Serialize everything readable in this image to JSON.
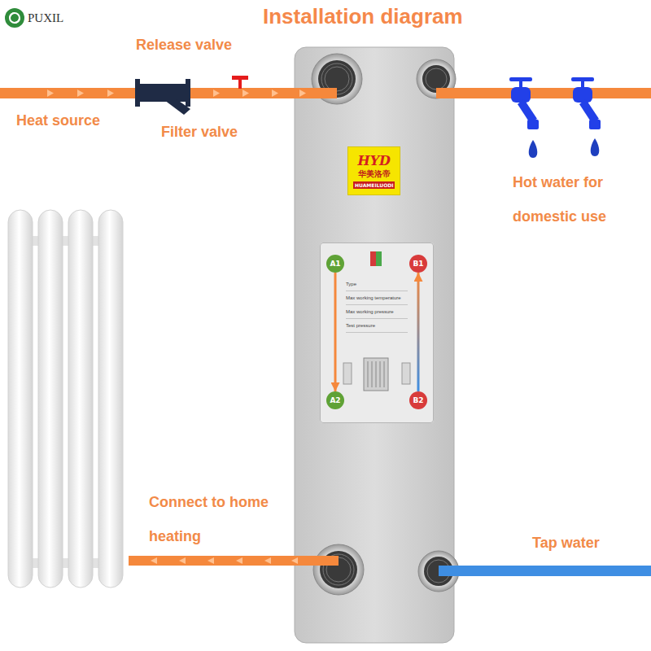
{
  "diagram": {
    "title": "Installation diagram",
    "nodes": [
      {
        "text": [
          "HYD",
          "华美洛帝",
          "HUAMEILUODI"
        ]
      },
      {
        "text": [
          "Type",
          "Max working temperature",
          "Max working pressure",
          "Test pressure"
        ]
      },
      {
        "text": [
          "A1"
        ],
        "in": 1
      },
      {
        "text": [
          "B1"
        ],
        "in": 1
      },
      {
        "text": [
          "A2"
        ],
        "in": 1
      },
      {
        "text": [
          "B2"
        ],
        "in": 1
      }
    ],
    "edges": [
      {
        "from": 2,
        "to": 4,
        "arrow": "to"
      },
      {
        "from": 5,
        "to": 3,
        "arrow": "to"
      }
    ],
    "labels": [
      "PUXIL",
      "Release valve",
      "Heat source",
      "Filter valve",
      "Hot water for domestic use",
      "Connect to home heating",
      "Tap water"
    ]
  }
}
